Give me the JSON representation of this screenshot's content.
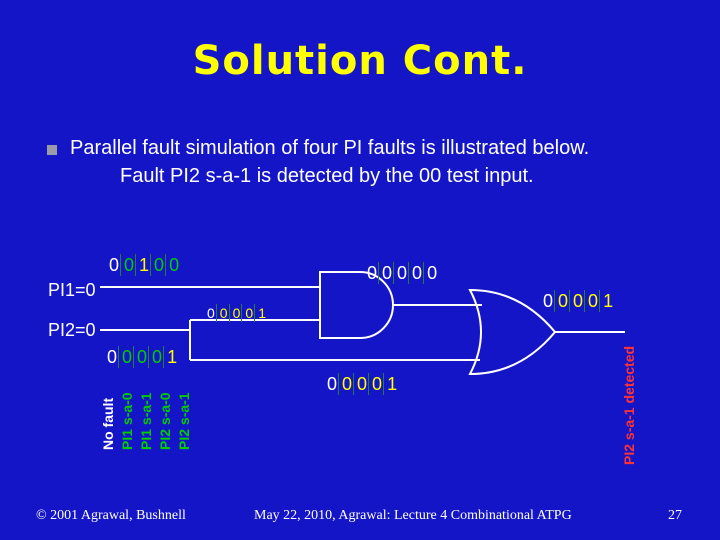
{
  "title": "Solution Cont.",
  "bullet": {
    "line1": "Parallel fault simulation of four PI faults is illustrated below.",
    "line2": "Fault PI2 s-a-1 is detected by the 00 test input."
  },
  "inputs": {
    "pi1": "PI1=0",
    "pi2": "PI2=0"
  },
  "fault_labels": [
    "No fault",
    "PI1 s-a-0",
    "PI1 s-a-1",
    "PI2 s-a-0",
    "PI2 s-a-1"
  ],
  "fault_colors": [
    "#ffffff",
    "#00cc00",
    "#00cc00",
    "#00cc00",
    "#00cc00"
  ],
  "vectors": {
    "pi1": [
      "0",
      "0",
      "1",
      "0",
      "0"
    ],
    "pi2": [
      "0",
      "0",
      "0",
      "0",
      "1"
    ],
    "and_in_pi2": [
      "0",
      "0",
      "0",
      "0",
      "1"
    ],
    "and_out": [
      "0",
      "0",
      "0",
      "0",
      "0"
    ],
    "or_in_pi2": [
      "0",
      "0",
      "0",
      "0",
      "1"
    ],
    "or_out": [
      "0",
      "0",
      "0",
      "0",
      "1"
    ]
  },
  "bit_colors": {
    "pi1": [
      "#ffffff",
      "#00cc00",
      "#ffff00",
      "#00cc00",
      "#00cc00"
    ],
    "pi2": [
      "#ffffff",
      "#00cc00",
      "#00cc00",
      "#00cc00",
      "#ffff00"
    ],
    "and_in_pi2": [
      "#ffffff",
      "#ffff00",
      "#ffff00",
      "#ffff00",
      "#ffff00"
    ],
    "and_out": [
      "#ffffff",
      "#ffffff",
      "#ffffff",
      "#ffffff",
      "#ffffff"
    ],
    "or_in_pi2": [
      "#ffffff",
      "#ffff00",
      "#ffff00",
      "#ffff00",
      "#ffff00"
    ],
    "or_out": [
      "#ffffff",
      "#ffff00",
      "#ffff00",
      "#ffff00",
      "#ffff00"
    ]
  },
  "detected_label": "PI2 s-a-1 detected",
  "detected_color": "#ff3333",
  "footer": {
    "left": "© 2001 Agrawal, Bushnell",
    "center": "May 22, 2010, Agrawal: Lecture 4 Combinational ATPG",
    "page": "27"
  }
}
